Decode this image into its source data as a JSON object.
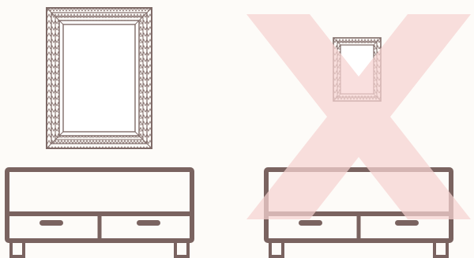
{
  "colors": {
    "background": "#fdfbf8",
    "furniture": "#7a6360",
    "frame": "#7f6b68",
    "frame_pattern": "#8e7a77",
    "mat": "#ffffff",
    "cross": "#f7d4d2"
  },
  "panels": [
    {
      "id": "correct",
      "items": [
        {
          "kind": "wall-art",
          "size": "large",
          "icon": "large-frame-icon"
        },
        {
          "kind": "console-table",
          "drawers": 2,
          "icon": "console-table-icon"
        }
      ],
      "marker": null
    },
    {
      "id": "incorrect",
      "items": [
        {
          "kind": "wall-art",
          "size": "small",
          "icon": "small-frame-icon"
        },
        {
          "kind": "console-table",
          "drawers": 2,
          "icon": "console-table-icon"
        }
      ],
      "marker": {
        "type": "cross",
        "icon": "x-mark-icon"
      }
    }
  ]
}
